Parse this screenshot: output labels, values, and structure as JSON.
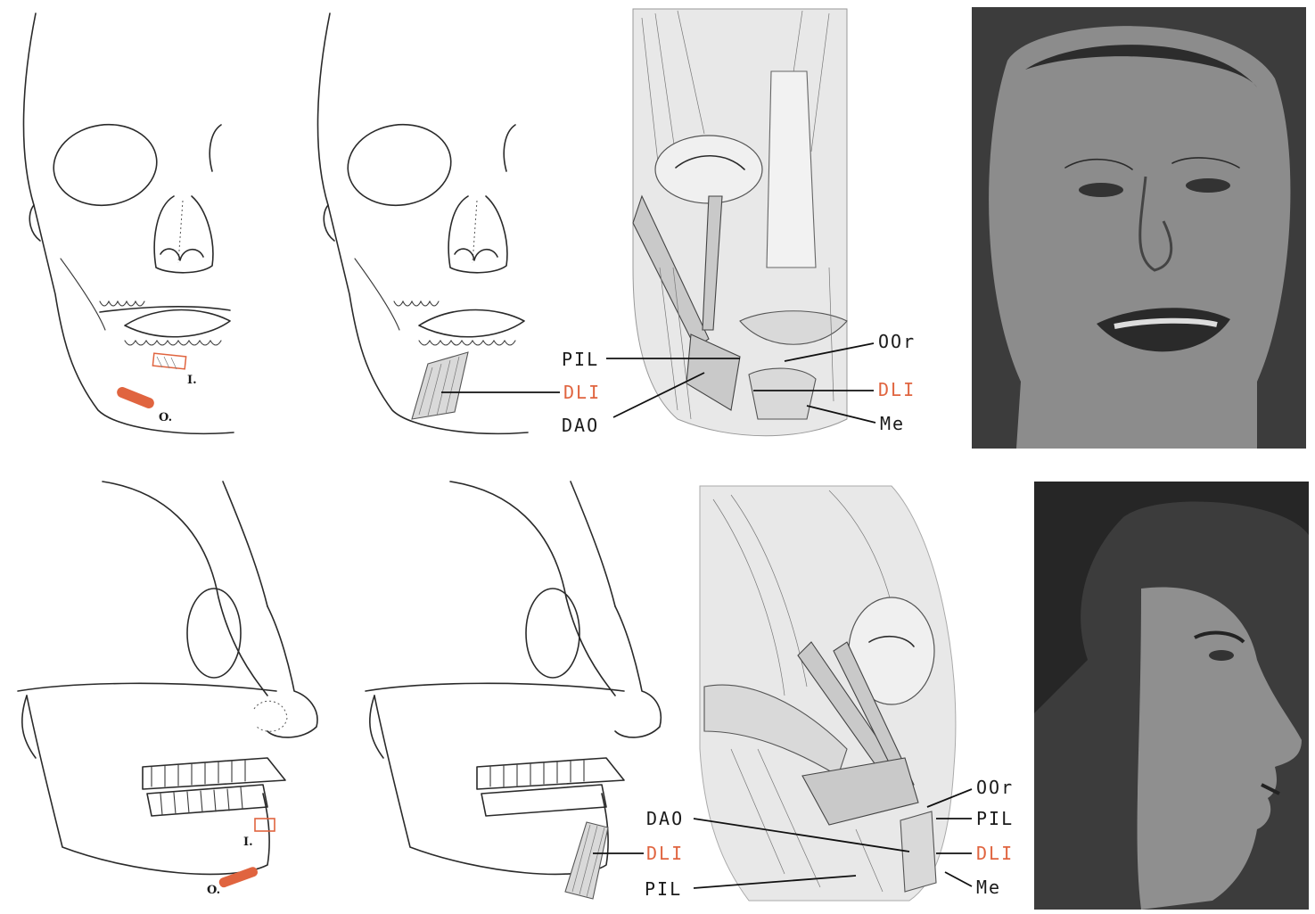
{
  "colors": {
    "accent_red": "#e0643f",
    "ink": "#2a2a2a",
    "photo_dark": "#3c3c3c"
  },
  "top_row": {
    "skull_marks": {
      "insertion": "I.",
      "origin": "O."
    },
    "labels": {
      "pil": "PIL",
      "dli_left": "DLI",
      "dao": "DAO",
      "oor": "OOr",
      "dli_right": "DLI",
      "me": "Me"
    }
  },
  "bottom_row": {
    "skull_marks": {
      "insertion": "I.",
      "origin": "O."
    },
    "labels": {
      "dao": "DAO",
      "dli": "DLI",
      "pil_bottom": "PIL",
      "oor": "OOr",
      "pil": "PIL",
      "dli_right": "DLI",
      "me": "Me"
    }
  }
}
